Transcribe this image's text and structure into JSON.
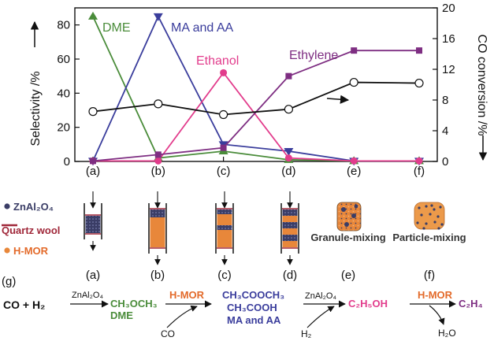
{
  "chart_data": {
    "type": "line",
    "categories": [
      "(a)",
      "(b)",
      "(c)",
      "(d)",
      "(e)",
      "(f)"
    ],
    "ylabel": "Selectivity /%",
    "y2label": "CO conversion /%",
    "ylim": [
      0,
      90
    ],
    "y2lim": [
      0,
      20
    ],
    "yticks": [
      0,
      20,
      40,
      60,
      80
    ],
    "y2ticks": [
      0,
      4,
      8,
      12,
      16,
      20
    ],
    "grid": false,
    "series": [
      {
        "name": "DME",
        "axis": "left",
        "color": "#4a8c3a",
        "marker": "triangle-up",
        "values": [
          85,
          2,
          6,
          1,
          0.3,
          0.3
        ]
      },
      {
        "name": "MA and AA",
        "axis": "left",
        "color": "#3a3d9c",
        "marker": "triangle-down",
        "values": [
          0.3,
          85,
          10,
          6,
          0.3,
          0.3
        ]
      },
      {
        "name": "Ethanol",
        "axis": "left",
        "color": "#e23c8c",
        "marker": "circle",
        "values": [
          0.3,
          0.3,
          52,
          2,
          0.3,
          0.3
        ]
      },
      {
        "name": "Ethylene",
        "axis": "left",
        "color": "#7e2e82",
        "marker": "square",
        "values": [
          0.3,
          4,
          8,
          50,
          65,
          65
        ]
      },
      {
        "name": "",
        "axis": "right",
        "color": "#111111",
        "marker": "open-circle",
        "values": [
          6.5,
          7.5,
          6.1,
          6.8,
          10.3,
          10.2
        ]
      }
    ]
  },
  "legend": {
    "znal2o4": "ZnAl₂O₄",
    "quartz_wool": "Quartz wool",
    "hmor": "H-MOR"
  },
  "mixing": {
    "granule": "Granule-mixing",
    "particle": "Particle-mixing"
  },
  "scheme": {
    "panel_label": "(g)",
    "reactant": "CO + H₂",
    "catalyst1": "ZnAl₂O₄",
    "dme_formula": "CH₃OCH₃",
    "dme_name": "DME",
    "catalyst2": "H-MOR",
    "co_in": "CO",
    "ma_formula": "CH₃COOCH₃",
    "aa_formula": "CH₃COOH",
    "ma_aa_name": "MA and AA",
    "catalyst3": "ZnAl₂O₄",
    "h2_in": "H₂",
    "ethanol_formula": "C₂H₅OH",
    "catalyst4": "H-MOR",
    "h2o_out": "H₂O",
    "ethylene_formula": "C₂H₄"
  },
  "colors": {
    "znal2o4": "#3a3d66",
    "hmor": "#e8873a",
    "quartz": "#a0283a",
    "dme": "#4a8c3a",
    "ma_aa": "#3a3d9c",
    "ethanol": "#e23c8c",
    "ethylene": "#7e2e82",
    "catalyst": "#e36a2a",
    "granule": "#d98a3a",
    "particle": "#ec9a4a"
  }
}
